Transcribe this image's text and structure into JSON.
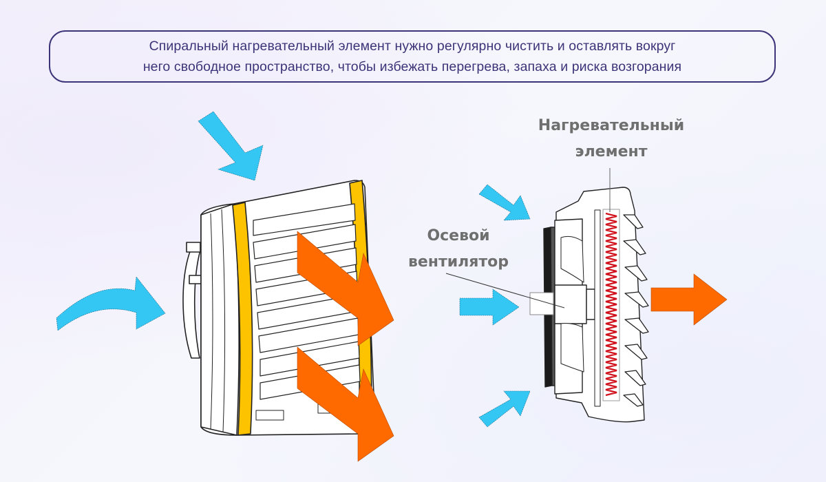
{
  "caption": {
    "line1": "Спиральный нагревательный элемент нужно регулярно чистить и оставлять вокруг",
    "line2": "него свободное пространство, чтобы избежать перегрева, запаха и риска возгорания"
  },
  "labels": {
    "heating_element": {
      "line1": "Нагревательный",
      "line2": "элемент"
    },
    "axial_fan": {
      "line1": "Осевой",
      "line2": "вентилятор"
    }
  },
  "colors": {
    "caption_text": "#3b3478",
    "label_text": "#6f6f6f",
    "intake_arrow": "#35c7f4",
    "outflow_arrow": "#ff6a00",
    "frame_accent": "#fdc300",
    "heating_coil": "#d0101a"
  },
  "diagram": {
    "left_unit": "heater-unit-front-view",
    "right_unit": "heater-unit-cross-section",
    "intake_arrows": 5,
    "outflow_arrows": 3
  }
}
